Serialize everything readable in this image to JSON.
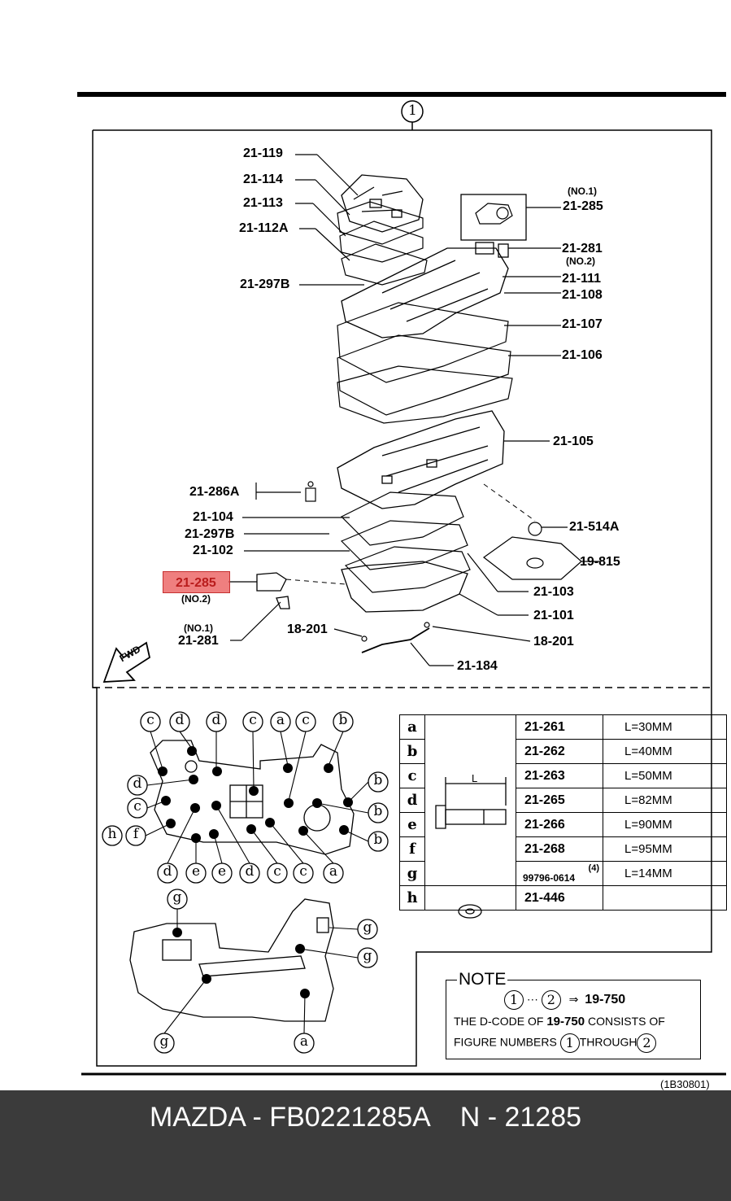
{
  "figure_number": "1",
  "reference_code": "(1B30801)",
  "callouts": {
    "c21_119": "21-119",
    "c21_114": "21-114",
    "c21_113": "21-113",
    "c21_112A": "21-112A",
    "c21_297B_top": "21-297B",
    "c21_285_no1": "21-285",
    "no1_a": "(NO.1)",
    "c21_281_right": "21-281",
    "no2_a": "(NO.2)",
    "c21_111": "21-111",
    "c21_108": "21-108",
    "c21_107": "21-107",
    "c21_106": "21-106",
    "c21_105": "21-105",
    "c21_286A": "21-286A",
    "c21_104": "21-104",
    "c21_297B_bot": "21-297B",
    "c21_102": "21-102",
    "c21_514A": "21-514A",
    "c19_815": "19-815",
    "c21_285_no2": "21-285",
    "no2_b": "(NO.2)",
    "c21_103": "21-103",
    "no1_b": "(NO.1)",
    "c21_281_left": "21-281",
    "c18_201_left": "18-201",
    "c21_101": "21-101",
    "c18_201_right": "18-201",
    "c21_184": "21-184",
    "fwd": "FWD"
  },
  "bolt_table": [
    {
      "key": "a",
      "part": "21-261",
      "length": "L=30MM"
    },
    {
      "key": "b",
      "part": "21-262",
      "length": "L=40MM"
    },
    {
      "key": "c",
      "part": "21-263",
      "length": "L=50MM"
    },
    {
      "key": "d",
      "part": "21-265",
      "length": "L=82MM"
    },
    {
      "key": "e",
      "part": "21-266",
      "length": "L=90MM"
    },
    {
      "key": "f",
      "part": "21-268",
      "length": "L=95MM"
    },
    {
      "key": "g",
      "part": "99796-0614",
      "qty": "(4)",
      "length": "L=14MM"
    },
    {
      "key": "h",
      "part": "21-446",
      "length": ""
    }
  ],
  "bolt_dim_label": "L",
  "note": {
    "title": "NOTE",
    "range_start": "1",
    "range_dots": "···",
    "range_end": "2",
    "arrow": "⇒",
    "target": "19-750",
    "line2_a": "THE D-CODE OF ",
    "line2_b": "19-750",
    "line2_c": " CONSISTS OF",
    "line3_a": "FIGURE NUMBERS ",
    "line3_num1": "1",
    "line3_b": "THROUGH",
    "line3_num2": "2"
  },
  "letters": {
    "top_row": [
      "c",
      "d",
      "d",
      "c",
      "a",
      "c",
      "b"
    ],
    "left_col": [
      "d",
      "c",
      "h",
      "f"
    ],
    "right_col": [
      "b",
      "b",
      "b"
    ],
    "bottom_row": [
      "d",
      "e",
      "e",
      "d",
      "c",
      "c",
      "a"
    ],
    "lower": [
      "g",
      "g",
      "g",
      "g",
      "a"
    ]
  },
  "footer": "MAZDA - FB0221285A    N - 21285",
  "highlight_color": "#e95454"
}
